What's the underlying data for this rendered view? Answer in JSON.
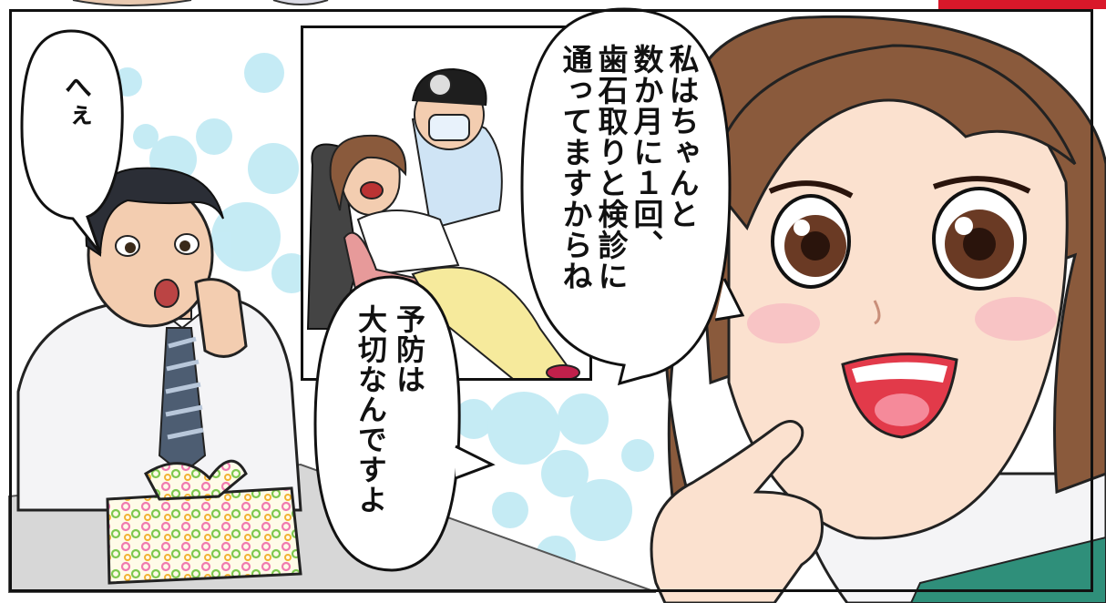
{
  "speech": {
    "man": "へぇ",
    "woman_main": [
      "私はちゃんと",
      "数か月に１回、",
      "歯石取りと検診に",
      "通ってますからね"
    ],
    "woman_note": [
      "予防は",
      "大切なんですよ"
    ]
  },
  "colors": {
    "background": "#ffffff",
    "ink": "#111111",
    "border": "#111111",
    "accent_red": "#d9182a",
    "dot_blue": "#7fd3e8",
    "hair_brown": "#8a5a3c",
    "shirt_white": "#f4f4f6"
  },
  "icons": {
    "gift": "furoshiki-wrapped-gift",
    "dentist": "dentist-head-mirror"
  }
}
